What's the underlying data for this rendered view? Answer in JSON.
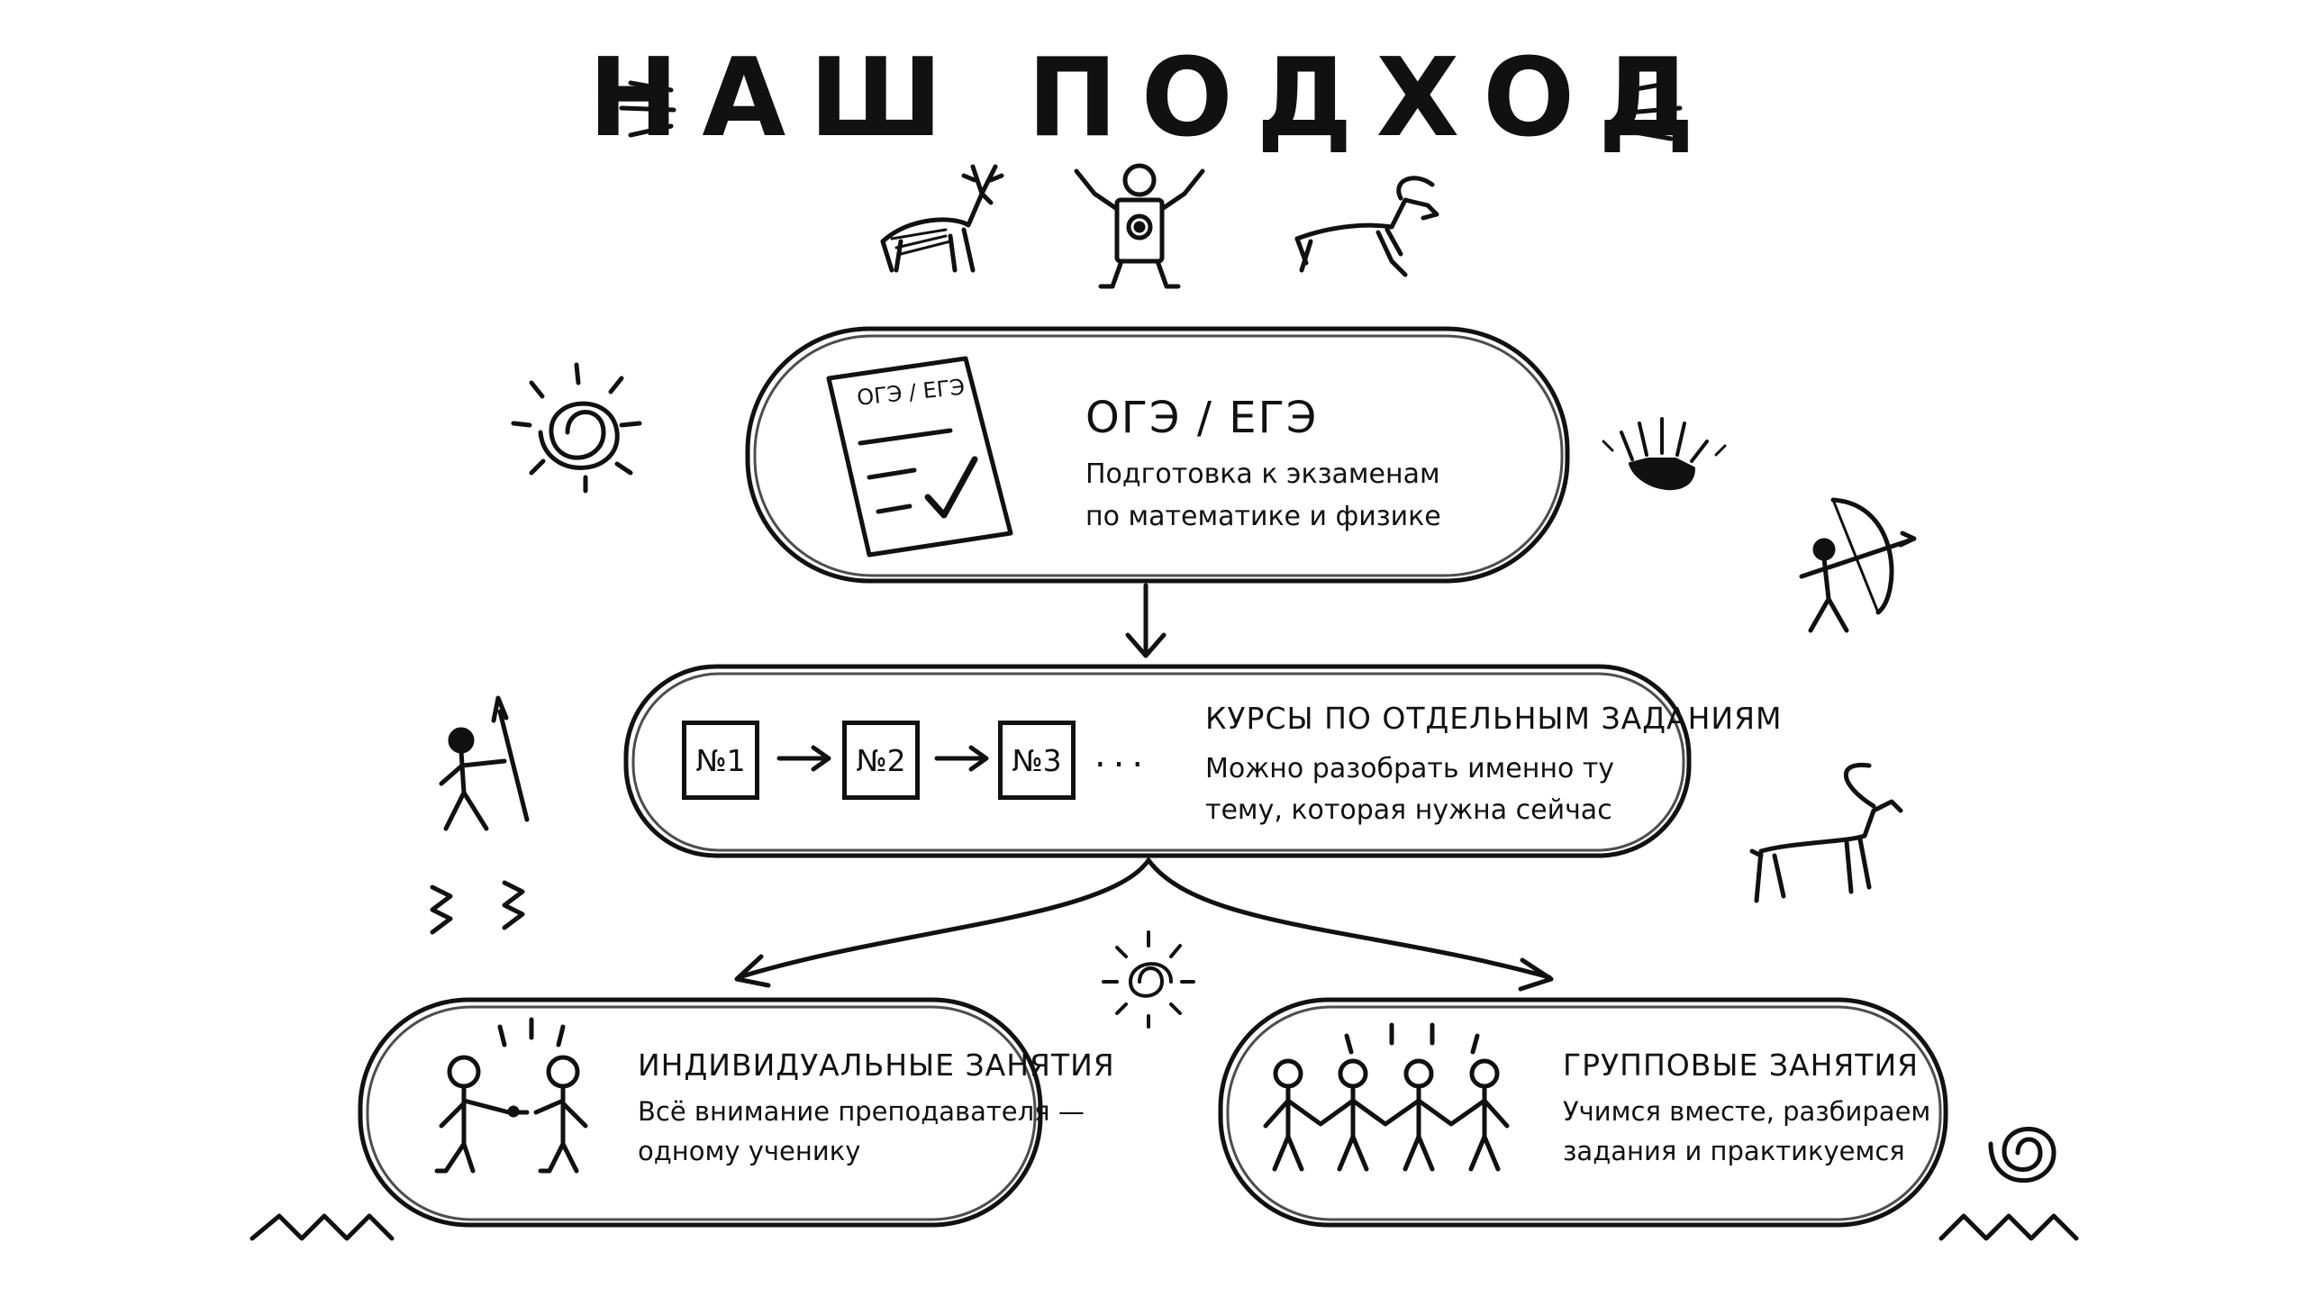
{
  "title": "НАШ ПОДХОД",
  "exam": {
    "document_label": "ОГЭ / ЕГЭ",
    "heading": "ОГЭ / ЕГЭ",
    "line1": "Подготовка к экзаменам",
    "line2": "по математике и физике"
  },
  "courses": {
    "tiles": [
      "№1",
      "№2",
      "№3"
    ],
    "ellipsis": "...",
    "heading": "КУРСЫ ПО ОТДЕЛЬНЫМ ЗАДАНИЯМ",
    "line1": "Можно разобрать именно ту",
    "line2": "тему, которая нужна сейчас"
  },
  "individual": {
    "heading": "ИНДИВИДУАЛЬНЫЕ ЗАНЯТИЯ",
    "line1": "Всё внимание преподавателя —",
    "line2": "одному ученику"
  },
  "group": {
    "heading": "ГРУППОВЫЕ ЗАНЯТИЯ",
    "line1": "Учимся вместе, разбираем",
    "line2": "задания и практикуемся"
  },
  "icons": [
    "deer-icon",
    "shaman-icon",
    "goat-icon",
    "sun-icon",
    "handprint-icon",
    "archer-icon",
    "spear-hunter-icon",
    "ibex-icon",
    "zigzag-icon",
    "spiral-icon",
    "handshake-icon",
    "group-of-people-icon"
  ]
}
